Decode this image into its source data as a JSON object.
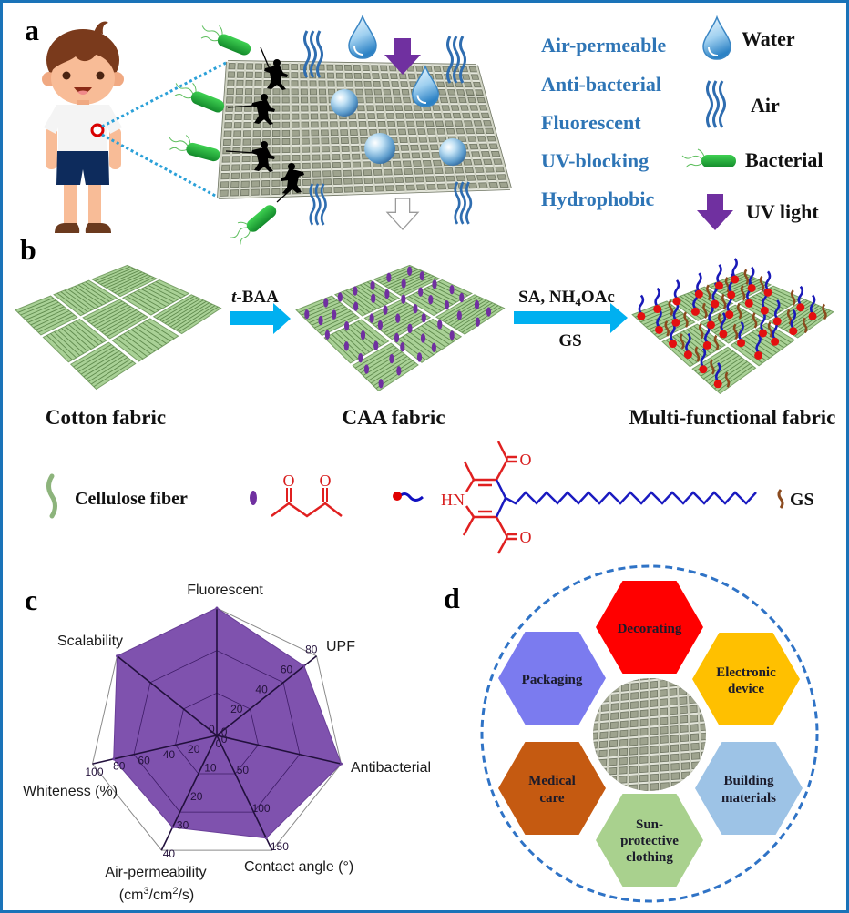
{
  "panel_a": {
    "label": "a",
    "property_color": "#2e75b6",
    "properties": [
      {
        "label": "Air-permeable"
      },
      {
        "label": "Anti-bacterial"
      },
      {
        "label": "Fluorescent"
      },
      {
        "label": "UV-blocking"
      },
      {
        "label": "Hydrophobic"
      }
    ],
    "legend": [
      {
        "icon": "water-drop-icon",
        "label": "Water"
      },
      {
        "icon": "air-waves-icon",
        "label": "Air"
      },
      {
        "icon": "bacterium-icon",
        "label": "Bacterial"
      },
      {
        "icon": "uv-light-arrow-icon",
        "label": "UV light"
      }
    ]
  },
  "panel_b": {
    "label": "b",
    "stages": [
      {
        "label": "Cotton fabric"
      },
      {
        "label": "CAA fabric"
      },
      {
        "label": "Multi-functional fabric"
      }
    ],
    "steps": [
      {
        "above_italic": "t",
        "above": "-BAA"
      },
      {
        "above": "SA, NH",
        "above_sub": "4",
        "above_tail": "OAc",
        "below": "GS"
      }
    ],
    "legend_row": {
      "cellulose_label": "Cellulose fiber",
      "oxygen": "O",
      "amine": "HN",
      "gs_label": "GS"
    }
  },
  "panel_c": {
    "label": "c"
  },
  "panel_d": {
    "label": "d",
    "applications": [
      {
        "lines": [
          "Decorating"
        ],
        "color": "#ff0000"
      },
      {
        "lines": [
          "Electronic",
          "device"
        ],
        "color": "#ffc000"
      },
      {
        "lines": [
          "Building",
          "materials"
        ],
        "color": "#9dc3e6"
      },
      {
        "lines": [
          "Sun-",
          "protective",
          "clothing"
        ],
        "color": "#a9d18e"
      },
      {
        "lines": [
          "Medical",
          "care"
        ],
        "color": "#c55a11"
      },
      {
        "lines": [
          "Packaging"
        ],
        "color": "#7b7bef"
      }
    ]
  },
  "chart_data": {
    "type": "radar",
    "title": "",
    "fill_color": "#7f52ae",
    "grid": true,
    "axes": [
      {
        "label": "Fluorescent",
        "min": 0,
        "max": 1,
        "value": 1,
        "ticks": []
      },
      {
        "label": "UPF",
        "min": 0,
        "max": 80,
        "value": 70,
        "ticks": [
          0,
          20,
          40,
          60,
          80
        ]
      },
      {
        "label": "Antibacterial",
        "min": 0,
        "max": 1,
        "value": 1,
        "ticks": []
      },
      {
        "label": "Contact angle (°)",
        "min": 0,
        "max": 150,
        "value": 134,
        "ticks": [
          0,
          50,
          100,
          150
        ]
      },
      {
        "label": "Air-permeability",
        "unit": {
          "open": "(cm",
          "sup1": "3",
          "mid": "/cm",
          "sup2": "2",
          "close": "/s)"
        },
        "min": 0,
        "max": 40,
        "value": 32,
        "ticks": [
          0,
          10,
          20,
          30,
          40
        ]
      },
      {
        "label": "Whiteness (%)",
        "min": 0,
        "max": 100,
        "value": 83,
        "ticks": [
          0,
          20,
          40,
          60,
          80,
          100
        ]
      },
      {
        "label": "Scalability",
        "min": 0,
        "max": 1,
        "value": 1,
        "ticks": []
      }
    ]
  }
}
